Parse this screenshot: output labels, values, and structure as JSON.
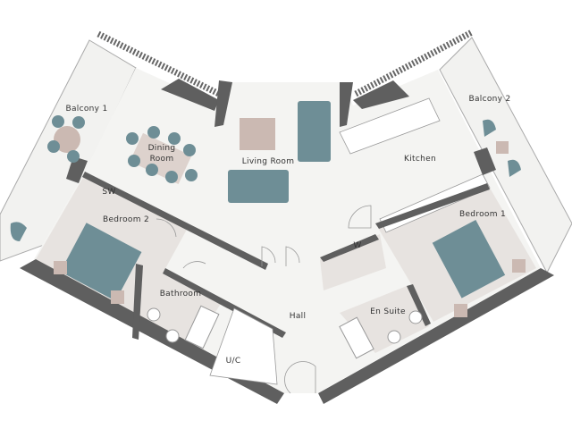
{
  "rooms": {
    "balcony1": "Balcony 1",
    "dining": "Dining Room",
    "living": "Living Room",
    "kitchen": "Kitchen",
    "balcony2": "Balcony 2",
    "sw": "SW",
    "bedroom2": "Bedroom 2",
    "bedroom1": "Bedroom 1",
    "w": "W",
    "bathroom": "Bathroom",
    "hall": "Hall",
    "ensuite": "En Suite",
    "uc": "U/C"
  },
  "colors": {
    "wall": "#5f5f5f",
    "floor": "#f4f4f2",
    "room": "#e7e3e0",
    "furniture_teal": "#6e8e96",
    "furniture_tan": "#cbb9b2"
  }
}
